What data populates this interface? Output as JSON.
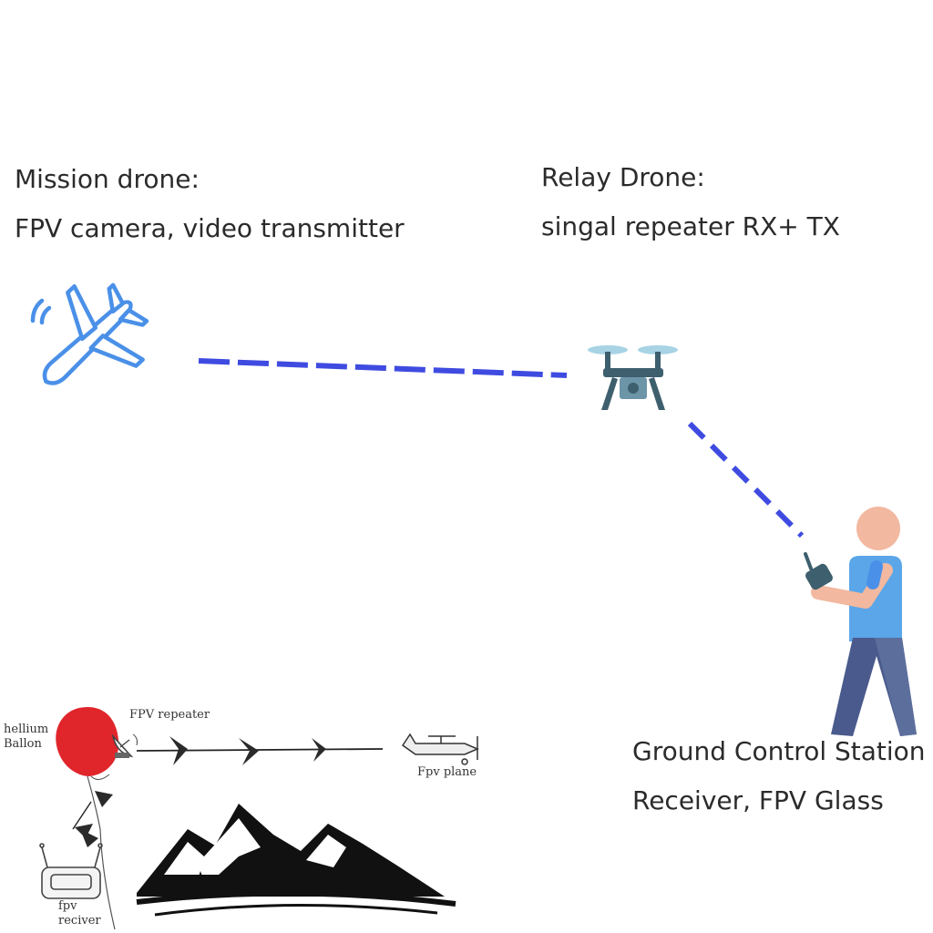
{
  "mission": {
    "title": "Mission drone:",
    "desc": "FPV camera, video transmitter"
  },
  "relay": {
    "title": "Relay Drone:",
    "desc": "singal repeater RX+ TX"
  },
  "gcs": {
    "title": "Ground Control Station",
    "desc": "Receiver, FPV Glass"
  },
  "inset": {
    "balloon_label_1": "hellium",
    "balloon_label_2": "Ballon",
    "repeater_label": "FPV repeater",
    "plane_label": "Fpv plane",
    "receiver_label_1": "fpv",
    "receiver_label_2": "reciver"
  },
  "colors": {
    "link": "#3f4be0",
    "plane": "#4a90e8",
    "drone": "#3e5f6e",
    "person_shirt": "#5aa6e8",
    "person_skin": "#f2b8a0",
    "person_pants": "#4a5a8c",
    "balloon": "#e0262b"
  }
}
